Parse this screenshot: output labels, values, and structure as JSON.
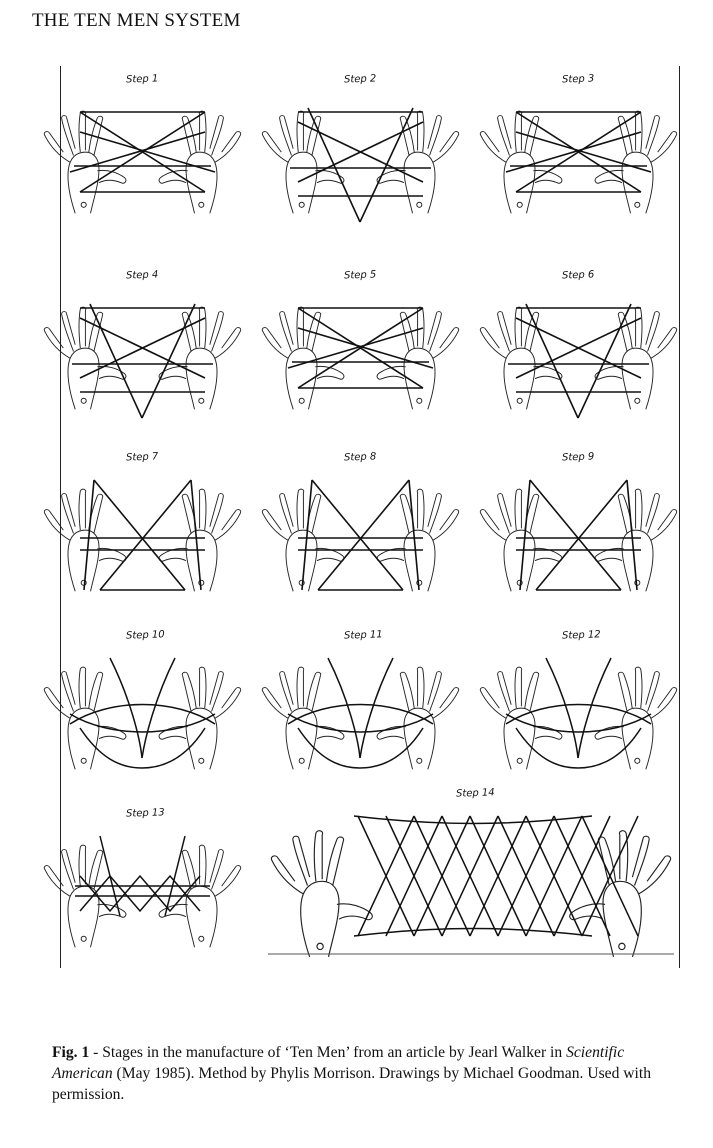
{
  "page_title": "THE TEN MEN SYSTEM",
  "steps": [
    "Step 1",
    "Step 2",
    "Step 3",
    "Step 4",
    "Step 5",
    "Step 6",
    "Step 7",
    "Step 8",
    "Step 9",
    "Step 10",
    "Step 11",
    "Step 12",
    "Step 13",
    "Step 14"
  ],
  "caption": {
    "fig_label": "Fig. 1",
    "text_1": " - Stages in the manufacture of ‘Ten Men’ from an article by Jearl Walker in ",
    "journal": "Scientific American",
    "text_2": " (May 1985). Method by Phylis Morrison. Drawings by Michael Goodman. Used with permission."
  }
}
